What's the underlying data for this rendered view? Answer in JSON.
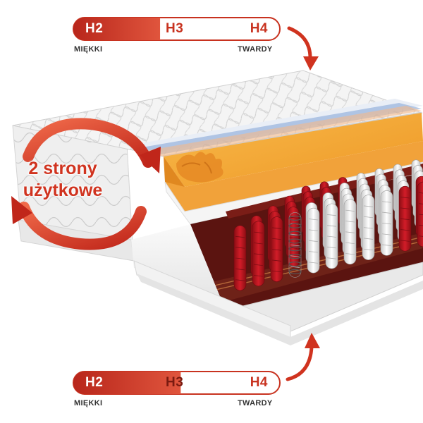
{
  "scale_top": {
    "levels": [
      "H2",
      "H3",
      "H4"
    ],
    "soft_label": "MIĘKKI",
    "hard_label": "TWARDY",
    "fill_fraction": 0.42
  },
  "scale_bottom": {
    "levels": [
      "H2",
      "H3",
      "H4"
    ],
    "soft_label": "MIĘKKI",
    "hard_label": "TWARDY",
    "fill_fraction": 0.52
  },
  "two_sided": {
    "line1": "2 strony",
    "line2": "użytkowe"
  },
  "colors": {
    "accent": "#d0331f",
    "dark_red": "#8c1a12",
    "foam": "#f4a533",
    "spring_red": "#b3121b",
    "fabric": "#f2f2f2"
  },
  "icons": {
    "rotate": "rotate-arrows-icon",
    "curved_arrow": "curved-arrow-icon"
  }
}
